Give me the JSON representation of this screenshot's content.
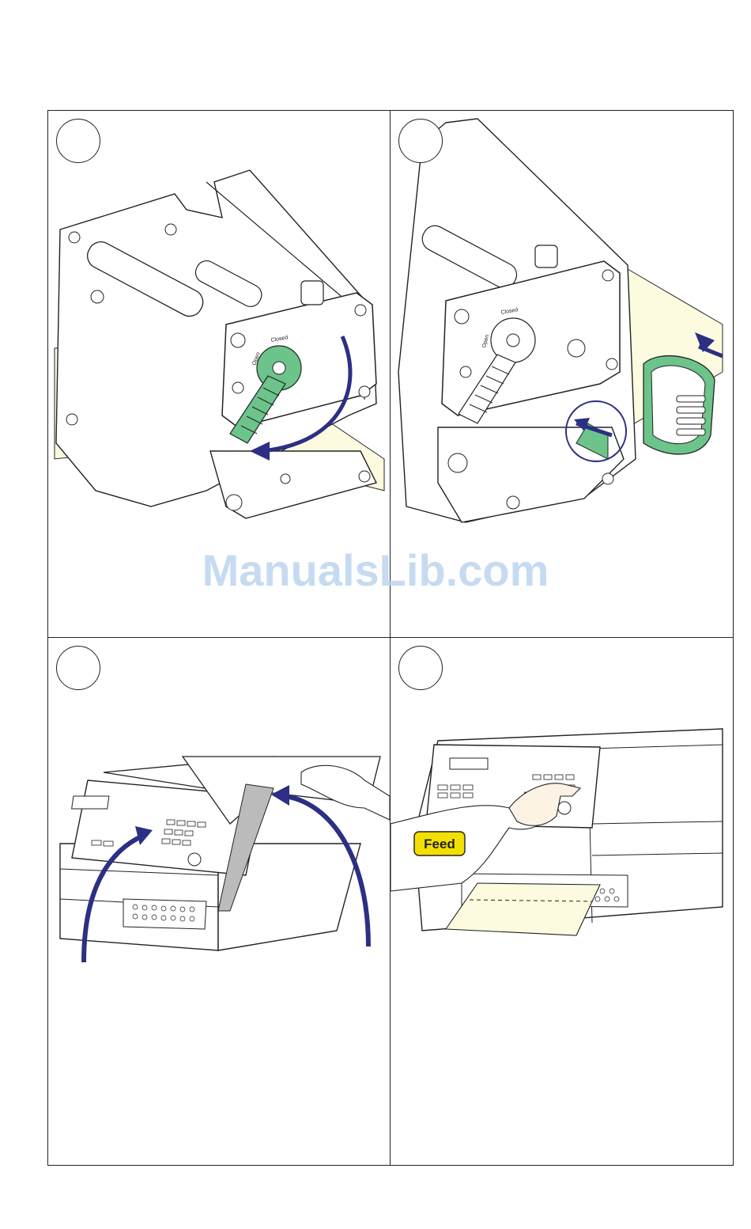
{
  "watermark": "ManualsLib.com",
  "panels": [
    {
      "id": 1,
      "dial_labels": {
        "open": "Open",
        "closed": "Closed"
      }
    },
    {
      "id": 2,
      "dial_labels": {
        "open": "Open",
        "closed": "Closed"
      }
    },
    {
      "id": 3
    },
    {
      "id": 4,
      "button_label": "Feed"
    }
  ],
  "colors": {
    "accent_green": "#6cc48a",
    "arrow_blue": "#2c2f83",
    "paper": "#fdfbdf",
    "feed_yellow": "#f4e000",
    "line": "#222222"
  }
}
